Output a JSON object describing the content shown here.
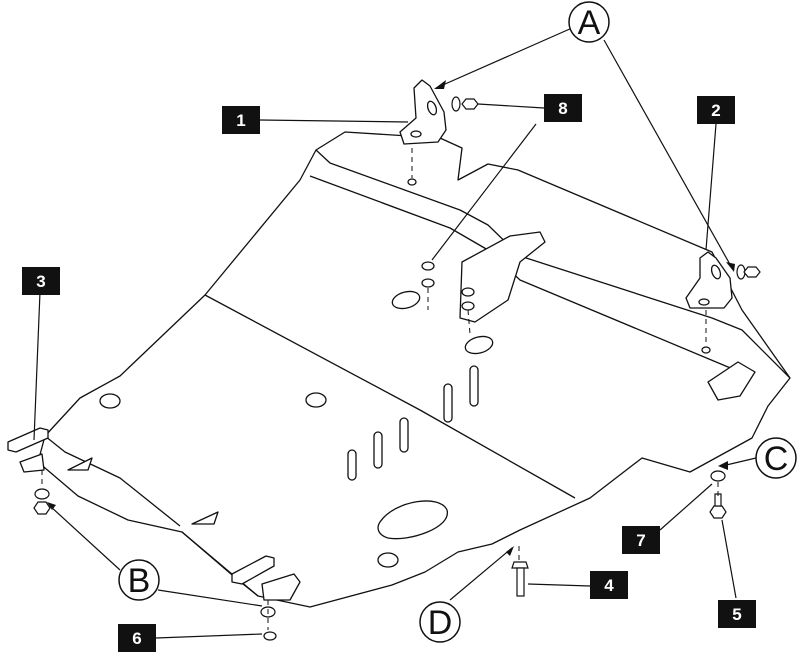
{
  "callouts": {
    "n1": "1",
    "n2": "2",
    "n3": "3",
    "n4": "4",
    "n5": "5",
    "n6": "6",
    "n7": "7",
    "n8": "8"
  },
  "letters": {
    "A": "A",
    "B": "B",
    "C": "C",
    "D": "D"
  },
  "colors": {
    "stroke": "#111111",
    "fill": "#ffffff",
    "label_bg": "#111111",
    "label_text": "#ffffff"
  }
}
